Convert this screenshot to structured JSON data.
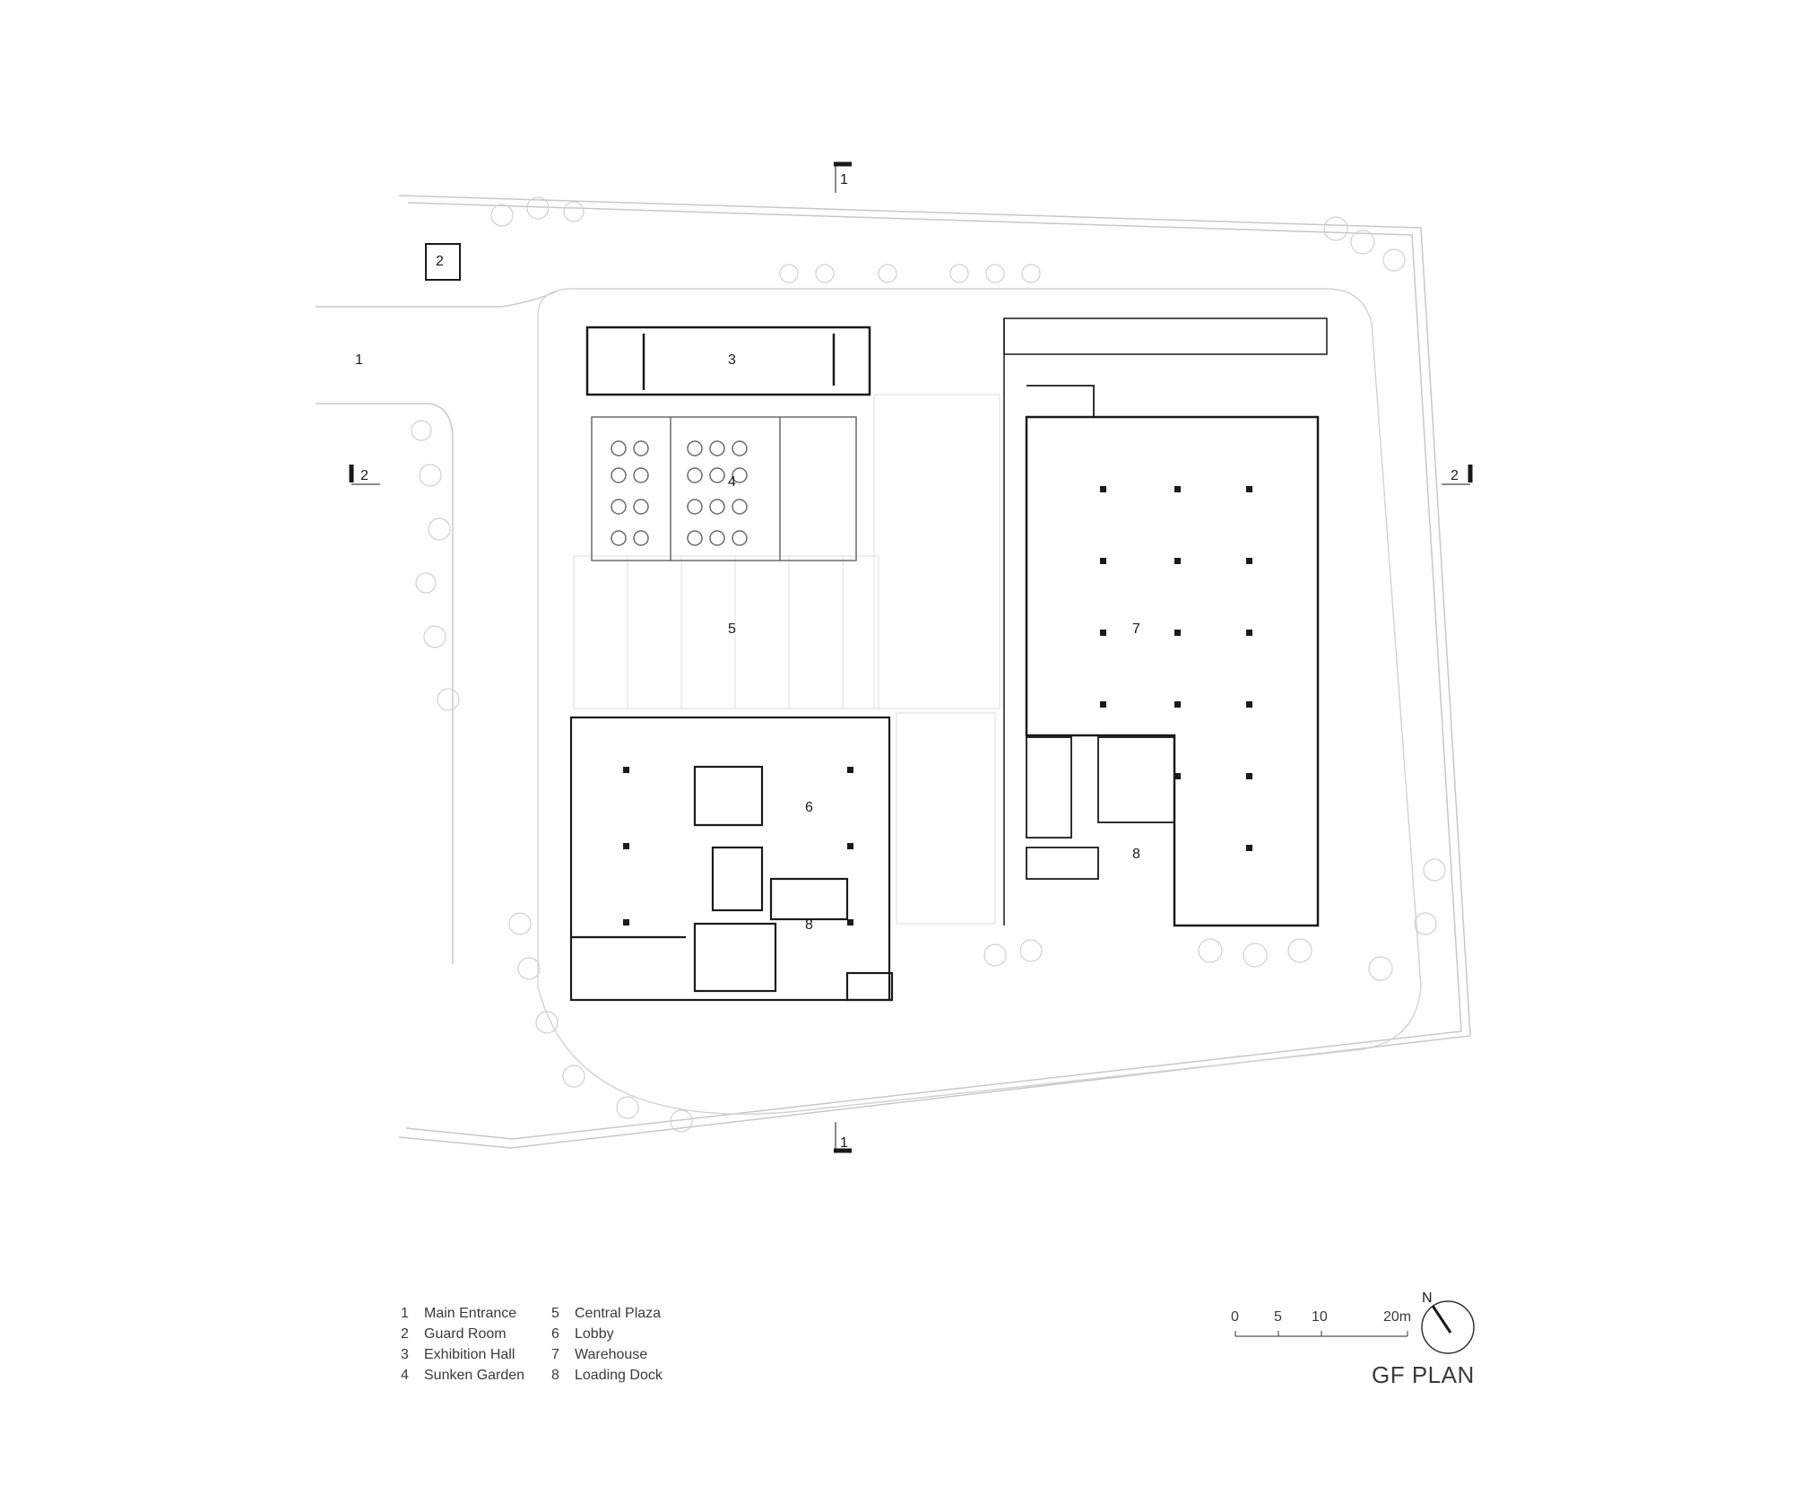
{
  "rooms": [
    {
      "number": "1",
      "name": "Main Entrance"
    },
    {
      "number": "2",
      "name": "Guard Room"
    },
    {
      "number": "3",
      "name": "Exhibition Hall"
    },
    {
      "number": "4",
      "name": "Sunken Garden"
    },
    {
      "number": "5",
      "name": "Central Plaza"
    },
    {
      "number": "6",
      "name": "Lobby"
    },
    {
      "number": "7",
      "name": "Warehouse"
    },
    {
      "number": "8",
      "name": "Loading Dock"
    }
  ],
  "plan_labels": [
    "1",
    "2",
    "3",
    "4",
    "5",
    "6",
    "7",
    "8",
    "8"
  ],
  "section_marks": [
    "1",
    "1",
    "2",
    "2"
  ],
  "scale_bar": {
    "ticks": [
      "0",
      "5",
      "10",
      "20m"
    ],
    "unit": "m"
  },
  "north_label": "N",
  "title": "GF PLAN"
}
